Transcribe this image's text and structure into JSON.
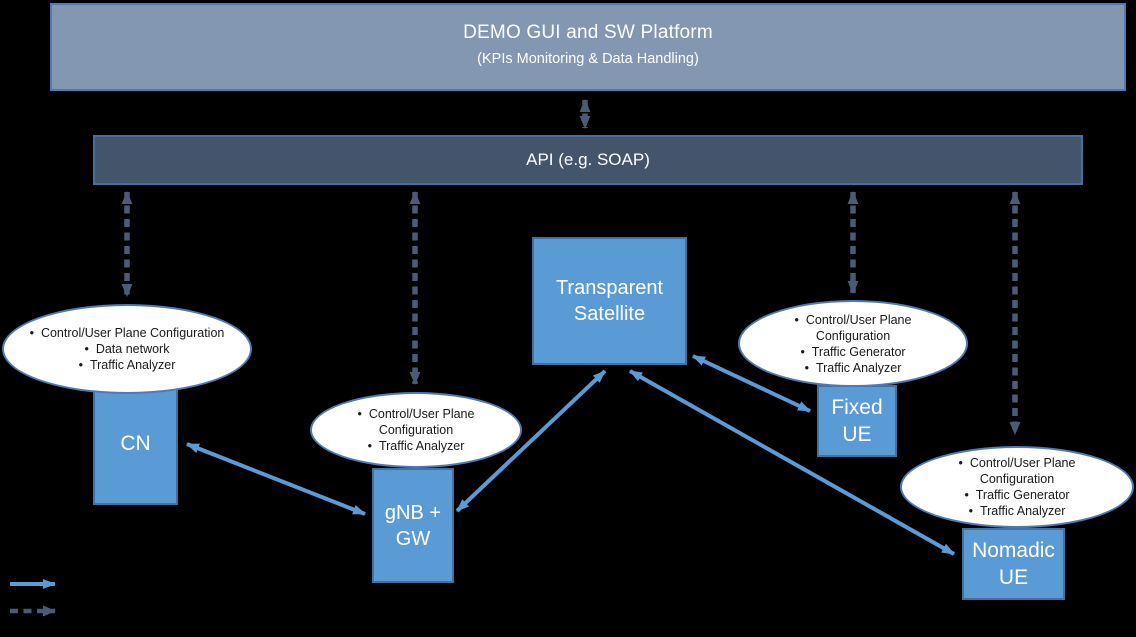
{
  "canvas": {
    "background": "#000000"
  },
  "colors": {
    "node_fill": "#5B9BD5",
    "node_border": "#41719C",
    "platform_fill": "#8497B2",
    "platform_border": "#4E7AB5",
    "api_fill": "#44546A",
    "callout_fill": "#FFFFFF",
    "callout_border": "#4E7AB5",
    "solid_arrow": "#5B9BD5",
    "dashed_arrow": "#4A5B78",
    "text_on_bars": "#FFFFFF",
    "text_in_callouts": "#1A1A1A"
  },
  "platform_bar": {
    "title": "DEMO GUI and SW Platform",
    "subtitle": "(KPIs Monitoring & Data Handling)"
  },
  "api_bar": {
    "label": "API (e.g. SOAP)"
  },
  "nodes": {
    "satellite": {
      "label": "Transparent\nSatellite"
    },
    "cn": {
      "label": "CN"
    },
    "gnb_gw": {
      "label": "gNB +\nGW"
    },
    "fixed_ue": {
      "label": "Fixed\nUE"
    },
    "nomadic_ue": {
      "label": "Nomadic\nUE"
    }
  },
  "callouts": {
    "cn": {
      "items": [
        "Control/User Plane Configuration",
        "Data network",
        "Traffic Analyzer"
      ]
    },
    "gnb_gw": {
      "items": [
        "Control/User Plane Configuration",
        "Traffic Analyzer"
      ]
    },
    "fixed_ue": {
      "items": [
        "Control/User Plane Configuration",
        "Traffic Generator",
        "Traffic Analyzer"
      ]
    },
    "nomadic_ue": {
      "items": [
        "Control/User Plane Configuration",
        "Traffic Generator",
        "Traffic Analyzer"
      ]
    }
  }
}
